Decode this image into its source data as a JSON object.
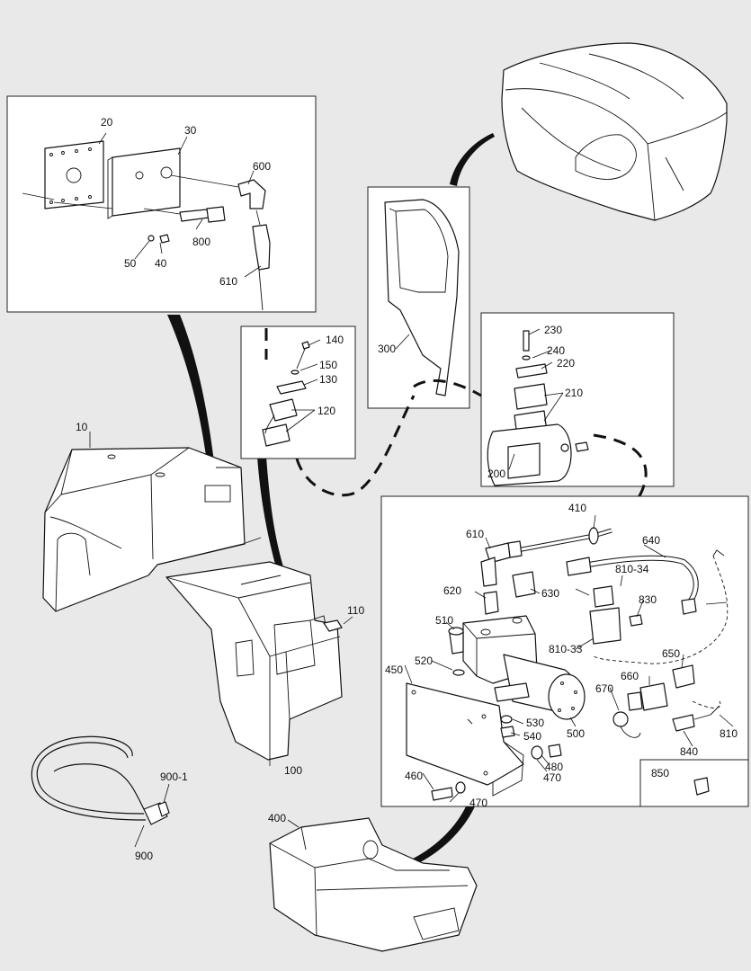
{
  "diagram": {
    "callouts": {
      "c10": "10",
      "c20": "20",
      "c30": "30",
      "c40": "40",
      "c50": "50",
      "c100": "100",
      "c110": "110",
      "c120": "120",
      "c130": "130",
      "c140": "140",
      "c150": "150",
      "c200": "200",
      "c210": "210",
      "c220": "220",
      "c230": "230",
      "c240": "240",
      "c300": "300",
      "c400": "400",
      "c410": "410",
      "c450": "450",
      "c460": "460",
      "c470a": "470",
      "c470b": "470",
      "c480": "480",
      "c500": "500",
      "c510": "510",
      "c520": "520",
      "c530": "530",
      "c540": "540",
      "c600": "600",
      "c610a": "610",
      "c610b": "610",
      "c620": "620",
      "c630": "630",
      "c640": "640",
      "c650": "650",
      "c660": "660",
      "c670": "670",
      "c800": "800",
      "c810": "810",
      "c810_33": "810-33",
      "c810_34": "810-34",
      "c830": "830",
      "c840": "840",
      "c850": "850",
      "c900": "900",
      "c900_1": "900-1"
    }
  }
}
